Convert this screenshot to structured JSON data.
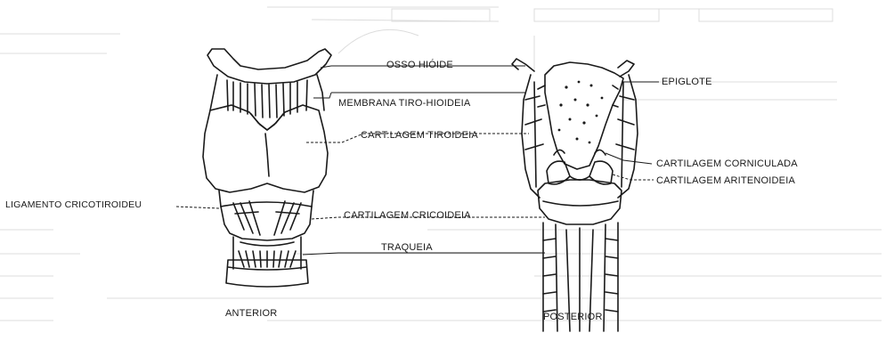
{
  "labels": {
    "osso_hioide": "OSSO HIÓIDE",
    "membrana": "MEMBRANA TIRO-HIOIDEIA",
    "cart_tiroideia": "CART:LAGEM TIROIDEIA",
    "cart_cricoideia": "CARTILAGEM CRICOIDEIA",
    "traqueia": "TRAQUEIA",
    "ligamento": "LIGAMENTO CRICOTIROIDEU",
    "epiglote": "EPIGLOTE",
    "corniculada": "CARTILAGEM CORNICULADA",
    "aritenoideia": "CARTILAGEM ARITENOIDEIA",
    "anterior": "ANTERIOR",
    "posterior": "POSTERIOR"
  },
  "colors": {
    "paper": "#ffffff",
    "ink": "#1a1a1a",
    "faded_print": "#d4d4d4",
    "faded_box": "#e6e6e6"
  }
}
